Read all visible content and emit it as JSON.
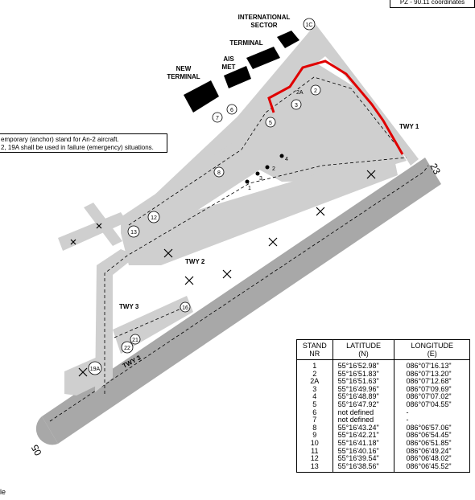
{
  "header_note": "PZ - 90.11 coordinates",
  "labels": {
    "international_sector": [
      "INTERNATIONAL",
      "SECTOR"
    ],
    "terminal": "TERMINAL",
    "ais_met": [
      "AIS",
      "MET"
    ],
    "new_terminal": [
      "NEW",
      "TERMINAL"
    ],
    "twy1": "TWY 1",
    "twy2": "TWY 2",
    "twy3_upper": "TWY 3",
    "twy3_lower": "TWY 3",
    "rwy_23": "23",
    "rwy_05": "05",
    "stand_1c": "1C",
    "stand_2a_tag": "2A",
    "holding_points": [
      "1",
      "2",
      "3",
      "4"
    ]
  },
  "stand_circles": [
    "2",
    "3",
    "5",
    "6",
    "7",
    "8",
    "12",
    "13",
    "16",
    "21",
    "22",
    "19A"
  ],
  "note_lines": [
    "emporary (anchor) stand for An-2 aircraft.",
    "2, 19A shall be used in failure (emergency) situations."
  ],
  "bottom_fragment": "le",
  "table": {
    "headers": [
      {
        "title": "STAND",
        "sub": "NR"
      },
      {
        "title": "LATITUDE",
        "sub": "(N)"
      },
      {
        "title": "LONGITUDE",
        "sub": "(E)"
      }
    ],
    "rows": [
      [
        "1",
        "55°16'52.98\"",
        "086°07'16.13\""
      ],
      [
        "2",
        "55°16'51.83\"",
        "086°07'13.20\""
      ],
      [
        "2A",
        "55°16'51.63\"",
        "086°07'12.68\""
      ],
      [
        "3",
        "55°16'49.96\"",
        "086°07'09.69\""
      ],
      [
        "4",
        "55°16'48.89\"",
        "086°07'07.02\""
      ],
      [
        "5",
        "55°16'47.92\"",
        "086°07'04.55\""
      ],
      [
        "6",
        "not defined",
        "-"
      ],
      [
        "7",
        "not defined",
        "-"
      ],
      [
        "8",
        "55°16'43.24\"",
        "086°06'57.06\""
      ],
      [
        "9",
        "55°16'42.21\"",
        "086°06'54.45\""
      ],
      [
        "10",
        "55°16'41.18\"",
        "086°06'51.85\""
      ],
      [
        "11",
        "55°16'40.16\"",
        "086°06'49.24\""
      ],
      [
        "12",
        "55°16'39.54\"",
        "086°06'48.02\""
      ],
      [
        "13",
        "55°16'38.56\"",
        "086°06'45.52\""
      ]
    ]
  },
  "colors": {
    "paved": "#cfcfcf",
    "runway": "#a8a8a8",
    "building": "#000000",
    "route": "#e00000"
  }
}
